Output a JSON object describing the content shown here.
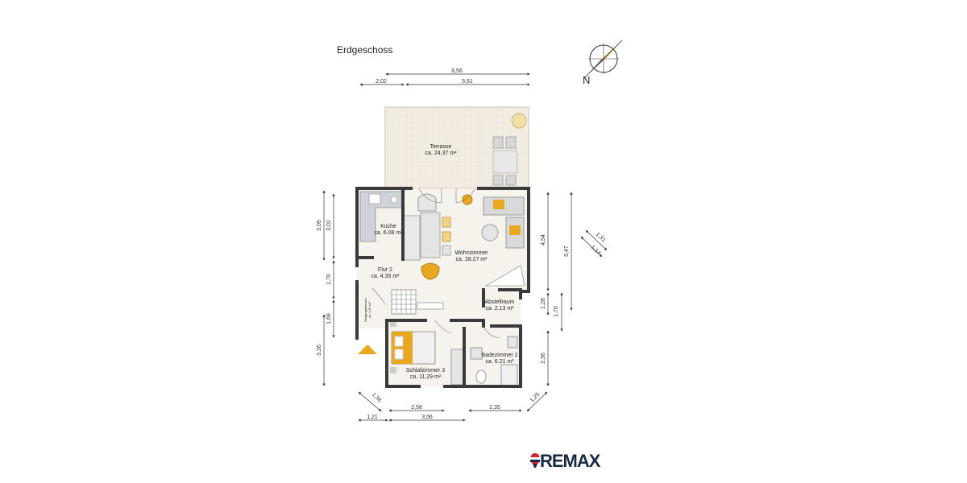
{
  "title": "Erdgeschoss",
  "compass": {
    "label": "N"
  },
  "rooms": {
    "terrasse": {
      "name": "Terrasse",
      "area": "ca. 24.37 m²"
    },
    "kueche": {
      "name": "Küche",
      "area": "ca. 6.08 m²"
    },
    "flur": {
      "name": "Flur 2",
      "area": "ca. 4.35 m²"
    },
    "wohnzimmer": {
      "name": "Wohnzimmer",
      "area": "ca. 28.27 m²"
    },
    "abstellraum": {
      "name": "Abstellraum",
      "area": "ca. 2.13 m²"
    },
    "badezimmer": {
      "name": "Badezimmer 2",
      "area": "ca. 6.21 m²"
    },
    "schlafzimmer": {
      "name": "Schlafzimmer 3",
      "area": "ca. 11.29 m²"
    },
    "eingang": {
      "name": "Eingangsbereich",
      "area": "ca. 1.67 m²"
    }
  },
  "dimensions": {
    "top_total": "6,56",
    "top_left": "2,02",
    "top_right": "5,61",
    "left_309": "3,09",
    "left_302": "3,02",
    "left_170": "1,70",
    "left_169": "1,69",
    "left_326": "3,26",
    "right_454": "4,54",
    "right_547": "5,47",
    "right_131": "1,31",
    "right_114": "1,14",
    "right_128": "1,28",
    "right_170": "1,70",
    "right_236": "2,36",
    "bottom_136": "1,36",
    "bottom_258": "2,58",
    "bottom_235": "2,35",
    "bottom_125": "1,25",
    "bottom_121": "1,21",
    "bottom_356": "3,56"
  },
  "brand": {
    "name": "RE/MAX",
    "text": "REMAX"
  },
  "colors": {
    "wall": "#3a3a3a",
    "accent": "#e8a820",
    "floor": "#f4f1ea",
    "terrace": "#f1ede4",
    "brand_blue": "#1a2a44",
    "brand_red": "#d8232a"
  }
}
